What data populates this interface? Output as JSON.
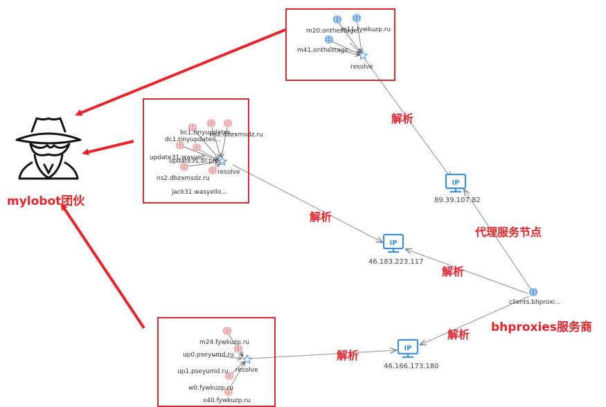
{
  "colors": {
    "red": "#e8232a",
    "box": "#d7272f",
    "edge": "#8a8f99",
    "domain_blue": "#4a90e2",
    "domain_red": "#ee8f8f",
    "ip_blue": "#3a8ee6"
  },
  "actor": {
    "icon": "spy-hacker-icon",
    "label": "mylobot团伙"
  },
  "clusters": {
    "top": {
      "domains": [
        "m20.onthestage...",
        "m11.fywkuzp.ru",
        "m41.onthestage..."
      ],
      "resolve": "resolve"
    },
    "middle": {
      "domains": [
        "bc1.tinyupdates...",
        "dc1.tinyupdates...",
        "ns2.dbzxmsdz.ru",
        "update31.wasyell...",
        "update31.bl.pro...",
        "ns2.dbzxmsdz.ru",
        "jack31.wasyello..."
      ],
      "resolve": "resolve"
    },
    "bottom": {
      "domains": [
        "m24.fywkuzp.ru",
        "up0.pseyumd.ru",
        "up1.pseyumd.ru",
        "w0.fywkuzp.ru",
        "x40.fywkuzp.ru"
      ],
      "resolve": "resolve"
    }
  },
  "ips": {
    "ip1": "89.39.107.82",
    "ip2": "46.183.223.117",
    "ip3": "46.166.173.180"
  },
  "service": {
    "domain": "clients.bhproxi...",
    "label": "bhproxies服务商"
  },
  "annotations": {
    "jiexi": "解析",
    "proxy_node": "代理服务节点"
  }
}
